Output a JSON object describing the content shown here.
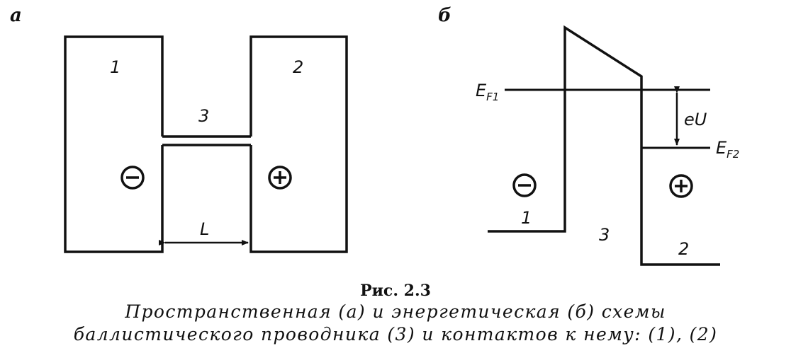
{
  "panel_a": {
    "letter": "а",
    "contact_left": "1",
    "contact_right": "2",
    "conductor": "3",
    "minus_sign": "−",
    "plus_sign": "+",
    "length": "L"
  },
  "panel_b": {
    "letter": "б",
    "fermi_left_base": "E",
    "fermi_left_sub": "F1",
    "fermi_right_base": "E",
    "fermi_right_sub": "F2",
    "voltage": "eU",
    "minus_sign": "−",
    "plus_sign": "+",
    "region_left": "1",
    "region_middle": "3",
    "region_right": "2"
  },
  "caption": {
    "title": "Рис. 2.3",
    "line1": "Пространственная (а) и энергетическая (б) схемы",
    "line2": "баллистического проводника (3) и контактов к нему: (1), (2)"
  }
}
